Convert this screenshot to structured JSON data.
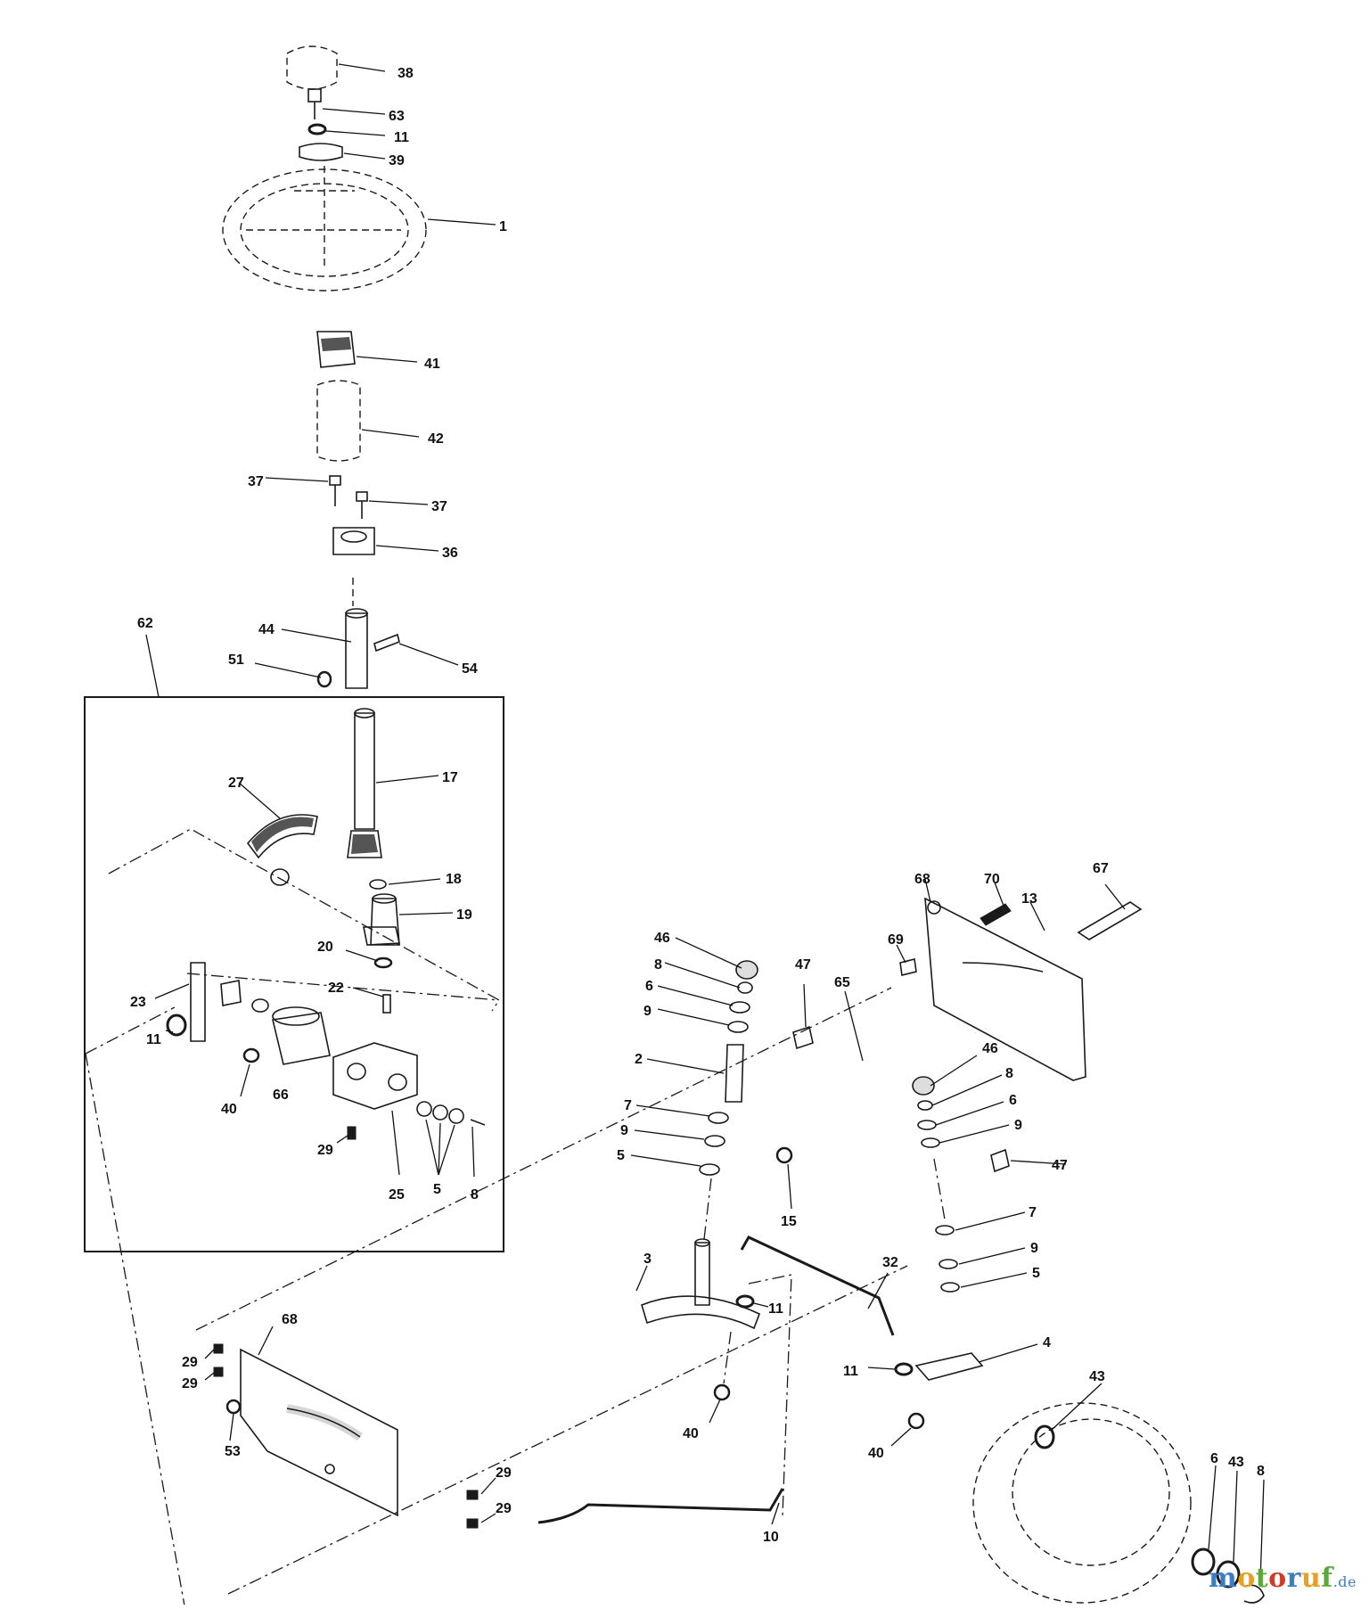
{
  "diagram": {
    "part_callouts": [
      {
        "id": "c38",
        "label": "38"
      },
      {
        "id": "c63",
        "label": "63"
      },
      {
        "id": "c11a",
        "label": "11"
      },
      {
        "id": "c39",
        "label": "39"
      },
      {
        "id": "c1",
        "label": "1"
      },
      {
        "id": "c41",
        "label": "41"
      },
      {
        "id": "c42",
        "label": "42"
      },
      {
        "id": "c37a",
        "label": "37"
      },
      {
        "id": "c37b",
        "label": "37"
      },
      {
        "id": "c36",
        "label": "36"
      },
      {
        "id": "c62",
        "label": "62"
      },
      {
        "id": "c44",
        "label": "44"
      },
      {
        "id": "c51",
        "label": "51"
      },
      {
        "id": "c54",
        "label": "54"
      },
      {
        "id": "c17",
        "label": "17"
      },
      {
        "id": "c27",
        "label": "27"
      },
      {
        "id": "c18",
        "label": "18"
      },
      {
        "id": "c19",
        "label": "19"
      },
      {
        "id": "c20",
        "label": "20"
      },
      {
        "id": "c22",
        "label": "22"
      },
      {
        "id": "c23",
        "label": "23"
      },
      {
        "id": "c11b",
        "label": "11"
      },
      {
        "id": "c40a",
        "label": "40"
      },
      {
        "id": "c66",
        "label": "66"
      },
      {
        "id": "c29a",
        "label": "29"
      },
      {
        "id": "c25",
        "label": "25"
      },
      {
        "id": "c5a",
        "label": "5"
      },
      {
        "id": "c8a",
        "label": "8"
      },
      {
        "id": "c68a",
        "label": "68"
      },
      {
        "id": "c70",
        "label": "70"
      },
      {
        "id": "c67",
        "label": "67"
      },
      {
        "id": "c13",
        "label": "13"
      },
      {
        "id": "c69",
        "label": "69"
      },
      {
        "id": "c46a",
        "label": "46"
      },
      {
        "id": "c8b",
        "label": "8"
      },
      {
        "id": "c6a",
        "label": "6"
      },
      {
        "id": "c9a",
        "label": "9"
      },
      {
        "id": "c47a",
        "label": "47"
      },
      {
        "id": "c65",
        "label": "65"
      },
      {
        "id": "c2",
        "label": "2"
      },
      {
        "id": "c7a",
        "label": "7"
      },
      {
        "id": "c9b",
        "label": "9"
      },
      {
        "id": "c5b",
        "label": "5"
      },
      {
        "id": "c15",
        "label": "15"
      },
      {
        "id": "c46b",
        "label": "46"
      },
      {
        "id": "c8c",
        "label": "8"
      },
      {
        "id": "c6b",
        "label": "6"
      },
      {
        "id": "c9c",
        "label": "9"
      },
      {
        "id": "c47b",
        "label": "47"
      },
      {
        "id": "c7b",
        "label": "7"
      },
      {
        "id": "c9d",
        "label": "9"
      },
      {
        "id": "c5c",
        "label": "5"
      },
      {
        "id": "c3",
        "label": "3"
      },
      {
        "id": "c32",
        "label": "32"
      },
      {
        "id": "c11c",
        "label": "11"
      },
      {
        "id": "c4",
        "label": "4"
      },
      {
        "id": "c11d",
        "label": "11"
      },
      {
        "id": "c40b",
        "label": "40"
      },
      {
        "id": "c40c",
        "label": "40"
      },
      {
        "id": "c43a",
        "label": "43"
      },
      {
        "id": "c6c",
        "label": "6"
      },
      {
        "id": "c43b",
        "label": "43"
      },
      {
        "id": "c8d",
        "label": "8"
      },
      {
        "id": "c68b",
        "label": "68"
      },
      {
        "id": "c29b",
        "label": "29"
      },
      {
        "id": "c29c",
        "label": "29"
      },
      {
        "id": "c53",
        "label": "53"
      },
      {
        "id": "c29d",
        "label": "29"
      },
      {
        "id": "c29e",
        "label": "29"
      },
      {
        "id": "c10",
        "label": "10"
      }
    ]
  },
  "watermark": {
    "text": "motoruf",
    "tld": ".de",
    "colors": [
      "#3a7fc1",
      "#e8a020",
      "#5aa83a",
      "#d23a2a",
      "#3a7fc1",
      "#e8a020",
      "#5aa83a"
    ]
  }
}
